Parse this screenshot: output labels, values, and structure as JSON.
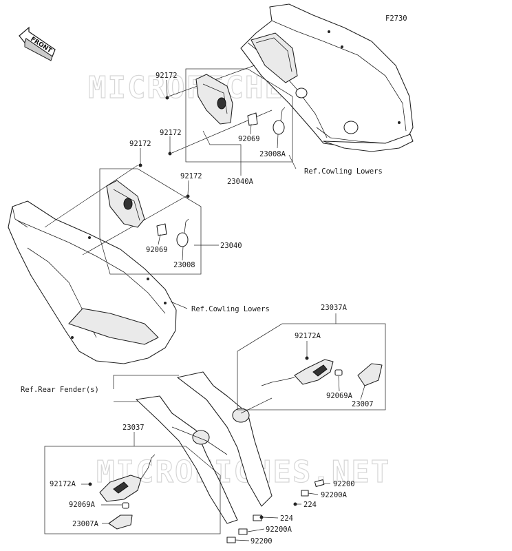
{
  "figure_code": "F2730",
  "front_label": "FRONT",
  "watermark": "MICROFICHES.NET",
  "labels": {
    "l_92172_a": "92172",
    "l_92172_b": "92172",
    "l_92172_c": "92172",
    "l_92172_d": "92172",
    "l_92069_a": "92069",
    "l_92069_b": "92069",
    "l_23008A": "23008A",
    "l_23008": "23008",
    "l_23040A": "23040A",
    "l_23040": "23040",
    "l_ref_cowl_1": "Ref.Cowling Lowers",
    "l_ref_cowl_2": "Ref.Cowling Lowers",
    "l_23037A": "23037A",
    "l_92172A_top": "92172A",
    "l_92069A_top": "92069A",
    "l_23007": "23007",
    "l_ref_rear": "Ref.Rear Fender(s)",
    "l_23037": "23037",
    "l_92172A_bot": "92172A",
    "l_92069A_bot": "92069A",
    "l_23007A": "23007A",
    "l_92200_a": "92200",
    "l_92200A_a": "92200A",
    "l_224_a": "224",
    "l_224_b": "224",
    "l_92200A_b": "92200A",
    "l_92200_b": "92200"
  }
}
